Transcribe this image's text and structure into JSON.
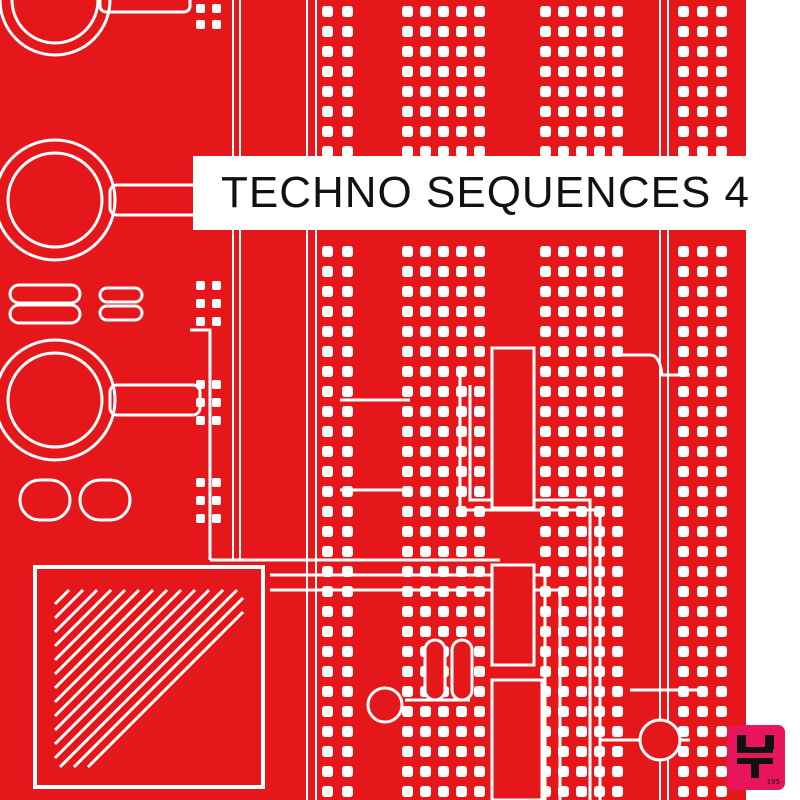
{
  "cover": {
    "title": "TECHNO SEQUENCES 4",
    "logo": {
      "name": "label-logo",
      "number": "195"
    },
    "colors": {
      "background": "#e5171b",
      "trace": "#ffffff",
      "right_margin": "#ffffff",
      "logo": "#e8145c",
      "title_text": "#111111"
    },
    "artwork": "circuit-board-illustration"
  }
}
